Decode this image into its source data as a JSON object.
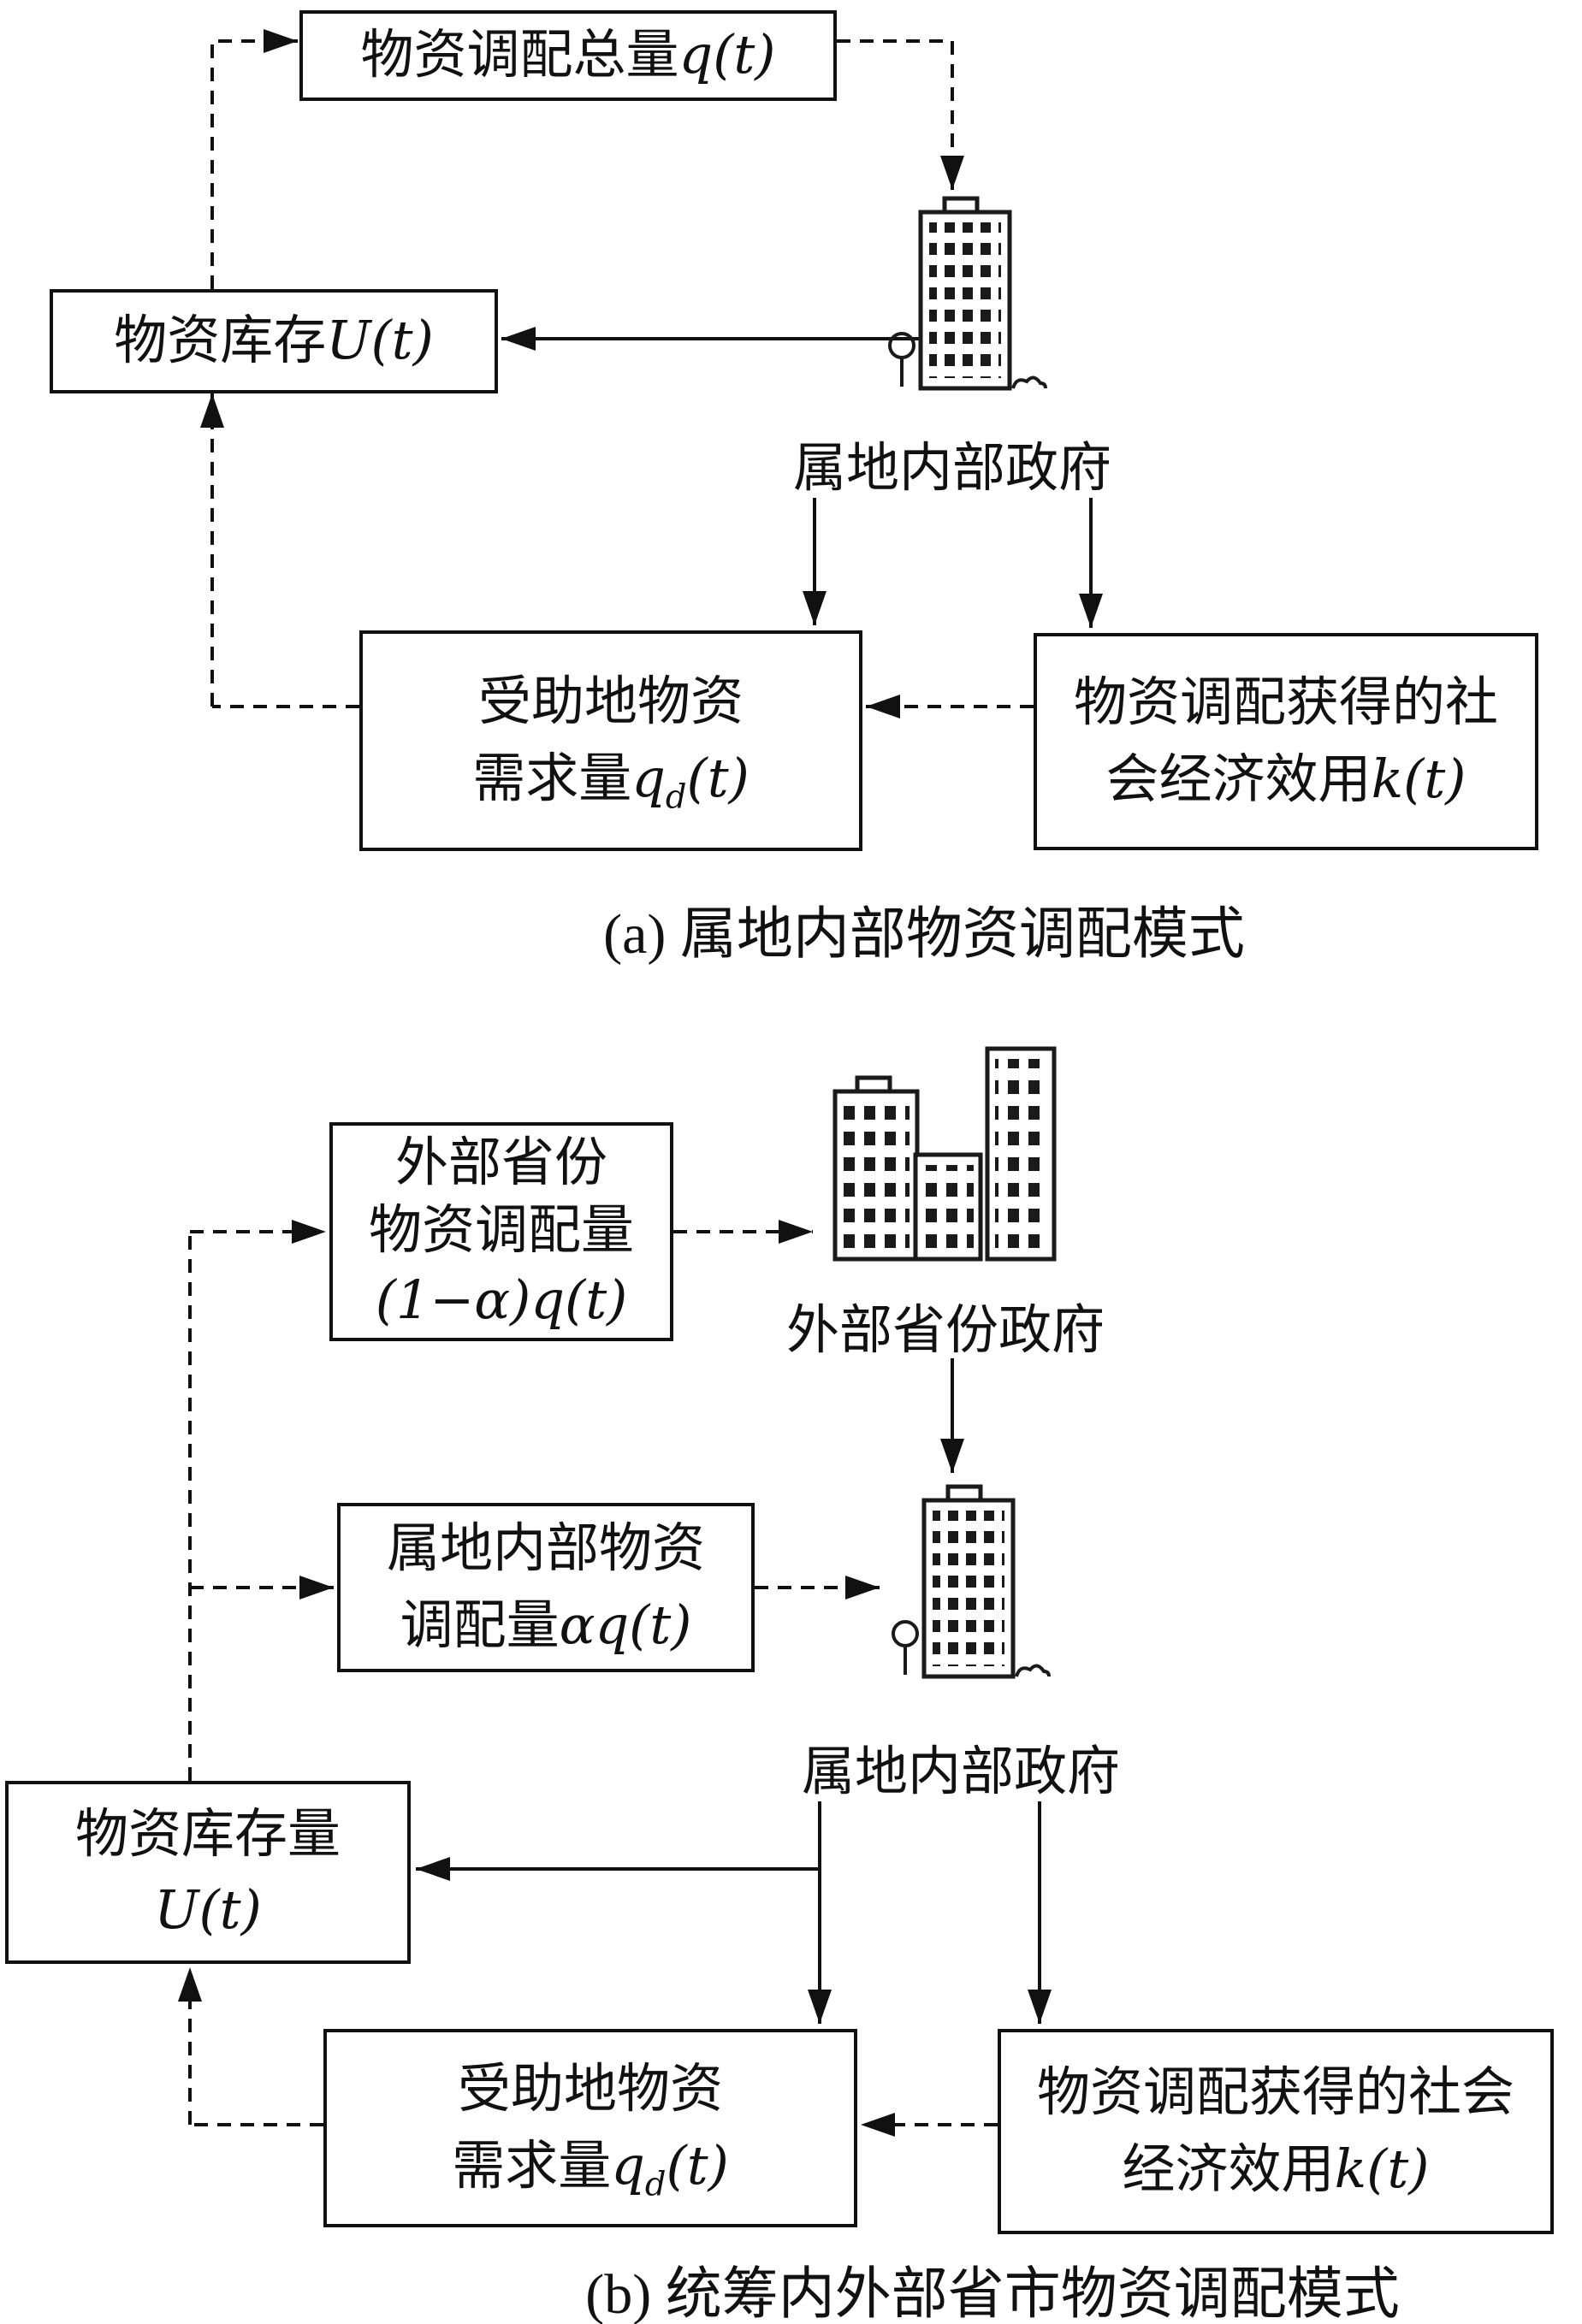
{
  "colors": {
    "ink": "#111111",
    "background": "#ffffff"
  },
  "icons": {
    "territorial_government": "building-icon",
    "external_government": "city-buildings-icon"
  },
  "diagram_a": {
    "caption": "(a) 属地内部物资调配模式",
    "total_box": {
      "label": "物资调配总量",
      "var": "q(t)"
    },
    "inventory_box": {
      "label": "物资库存",
      "var": "U(t)"
    },
    "government_label": "属地内部政府",
    "demand_box": {
      "line1": "受助地物资",
      "line2_label": "需求量",
      "var_base": "q",
      "var_sub": "d",
      "var_rest": "(t)"
    },
    "utility_box": {
      "line1": "物资调配获得的社",
      "line2_label": "会经济效用",
      "var": "k(t)"
    }
  },
  "diagram_b": {
    "caption": "(b) 统筹内外部省市物资调配模式",
    "external_allocation_box": {
      "line1": "外部省份",
      "line2": "物资调配量",
      "line3_var": "(1−α)q(t)"
    },
    "external_government_label": "外部省份政府",
    "internal_allocation_box": {
      "line1": "属地内部物资",
      "line2_label": "调配量",
      "var": "αq(t)"
    },
    "internal_government_label": "属地内部政府",
    "inventory_box": {
      "line1": "物资库存量",
      "line2_var": "U(t)"
    },
    "demand_box": {
      "line1": "受助地物资",
      "line2_label": "需求量",
      "var_base": "q",
      "var_sub": "d",
      "var_rest": "(t)"
    },
    "utility_box": {
      "line1": "物资调配获得的社会",
      "line2_label": "经济效用",
      "var": "k(t)"
    }
  }
}
